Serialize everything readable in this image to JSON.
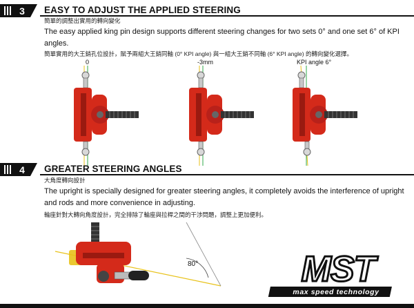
{
  "section3": {
    "number": "3",
    "title": "EASY TO ADJUST THE APPLIED STEERING",
    "subtitle": "簡單的調整出實用的轉向變化",
    "body_en": "The easy applied king pin design supports different steering changes for two sets 0° and one set 6° of KPI angles.",
    "body_zh": "簡單實用的大王銷孔位設計，賦予兩組大王銷同軸 (0° KPI angle) 與一組大王銷不同軸 (6° KPI angle) 的轉向變化選擇。",
    "labels": [
      "0",
      "-3mm",
      "KPI angle 6°"
    ]
  },
  "section4": {
    "number": "4",
    "title": "GREATER STEERING ANGLES",
    "subtitle": "大角度轉向設計",
    "body_en": "The upright is specially designed for greater steering angles, it completely avoids the interference of upright and rods and more convenience in adjusting.",
    "body_zh": "輪座針對大轉向角度設計，完全排除了輪座與拉桿之間的干涉問題，調整上更加便利。",
    "angle_label": "80°"
  },
  "brand": {
    "logo": "MST",
    "tagline": "max speed technology"
  },
  "colors": {
    "accent_red": "#d42a1a",
    "guide_yellow": "#e8c21a",
    "guide_green": "#2fa84a",
    "dark": "#111111"
  }
}
